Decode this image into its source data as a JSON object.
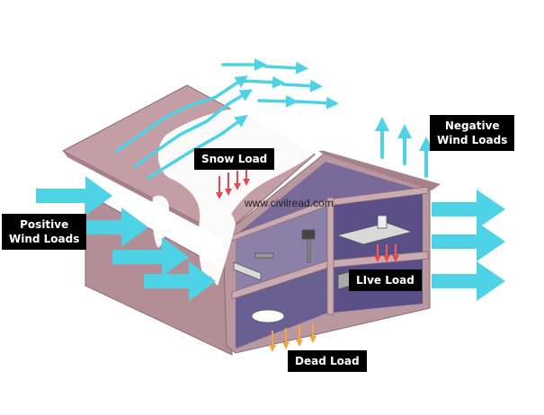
{
  "labels": {
    "snow_load": "Snow Load",
    "positive_wind": [
      "Positive",
      "Wind Loads"
    ],
    "negative_wind": [
      "Negative",
      "Wind Loads"
    ],
    "live_load": "LIve Load",
    "dead_load": "Dead Load"
  },
  "watermark": "www.civilread.com",
  "colors": {
    "wind_arrow": "#4dd2e6",
    "snow_arrow": "#e8474d",
    "live_arrow": "#ef5a5a",
    "dead_arrow": "#f2a640",
    "wall": "#b9979e",
    "roof": "#c19aa1",
    "interior": "#5a4f86",
    "snow": "#ffffff",
    "label_bg": "#000000"
  }
}
